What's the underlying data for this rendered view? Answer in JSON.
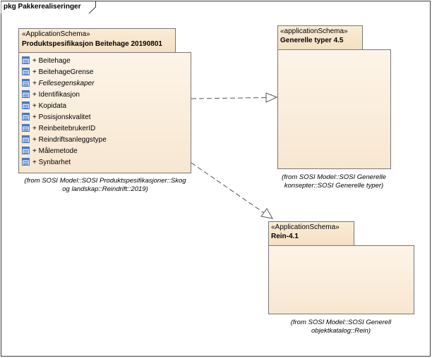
{
  "diagram": {
    "frame_title": "pkg Pakkerealiseringer",
    "packages": {
      "main": {
        "stereotype": "«ApplicationSchema»",
        "name": "Produktspesifikasjon Beitehage 20190801",
        "items": [
          {
            "label": "+ Beitehage",
            "italic": false
          },
          {
            "label": "+ BeitehageGrense",
            "italic": false
          },
          {
            "label": "+ Fellesegenskaper",
            "italic": true
          },
          {
            "label": "+ Identifikasjon",
            "italic": false
          },
          {
            "label": "+ Kopidata",
            "italic": false
          },
          {
            "label": "+ Posisjonskvalitet",
            "italic": false
          },
          {
            "label": "+ ReinbeitebrukerID",
            "italic": false
          },
          {
            "label": "+ Reindriftsanleggstype",
            "italic": false
          },
          {
            "label": "+ Målemetode",
            "italic": false
          },
          {
            "label": "+ Synbarhet",
            "italic": false
          }
        ],
        "note_line1": "(from SOSI Model::SOSI Produktspesifikasjoner::Skog",
        "note_line2": "og landskap::Reindrift::2019)"
      },
      "generelle": {
        "stereotype": "«applicationSchema»",
        "name": "Generelle typer 4.5",
        "note_line1": "(from SOSI Model::SOSI Generelle",
        "note_line2": "konsepter::SOSI Generelle typer)"
      },
      "rein": {
        "stereotype": "«ApplicationSchema»",
        "name": "Rein-4.1",
        "note_line1": "(from SOSI Model::SOSI Generell",
        "note_line2": "objektkatalog::Rein)"
      }
    },
    "icons": {
      "item_icon": "class-icon"
    },
    "colors": {
      "package_fill": "#f8e9d4",
      "border": "#777777",
      "icon_blue": "#4a78c0"
    }
  }
}
